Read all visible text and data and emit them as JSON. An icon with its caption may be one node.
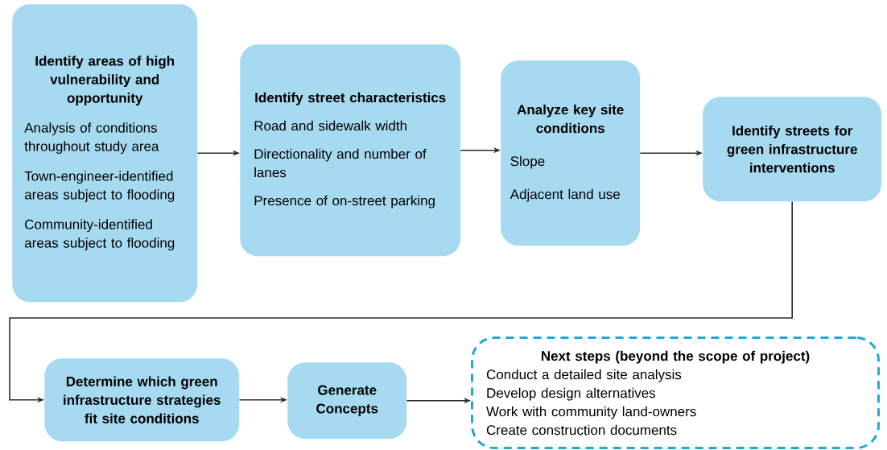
{
  "diagram": {
    "nodes": [
      {
        "text": [
          "Identify areas of high vulnerability and opportunity",
          "Analysis of conditions throughout study area",
          "Town-engineer-identified areas subject to flooding",
          "Community-identified areas subject to flooding"
        ]
      },
      {
        "text": [
          "Identify street characteristics",
          "Road and sidewalk width",
          "Directionality and number of lanes",
          "Presence of on-street parking"
        ]
      },
      {
        "text": [
          "Analyze key site conditions",
          "Slope",
          "Adjacent land use"
        ]
      },
      {
        "text": [
          "Identify streets for green infrastructure interventions"
        ]
      },
      {
        "text": [
          "Determine which green infrastructure strategies fit site conditions"
        ]
      },
      {
        "text": [
          "Generate Concepts"
        ]
      },
      {
        "text": [
          "Next steps (beyond the scope of project)",
          "Conduct a detailed site analysis",
          "Develop design alternatives",
          "Work with community land-owners",
          "Create construction documents"
        ]
      }
    ],
    "edges": [
      {
        "from": 0,
        "to": 1,
        "arrow": "to"
      },
      {
        "from": 1,
        "to": 2,
        "arrow": "to"
      },
      {
        "from": 2,
        "to": 3,
        "arrow": "to"
      },
      {
        "from": 3,
        "to": 4,
        "arrow": "to"
      },
      {
        "from": 4,
        "to": 5,
        "arrow": "to"
      },
      {
        "from": 5,
        "to": 6,
        "arrow": "to"
      }
    ]
  }
}
